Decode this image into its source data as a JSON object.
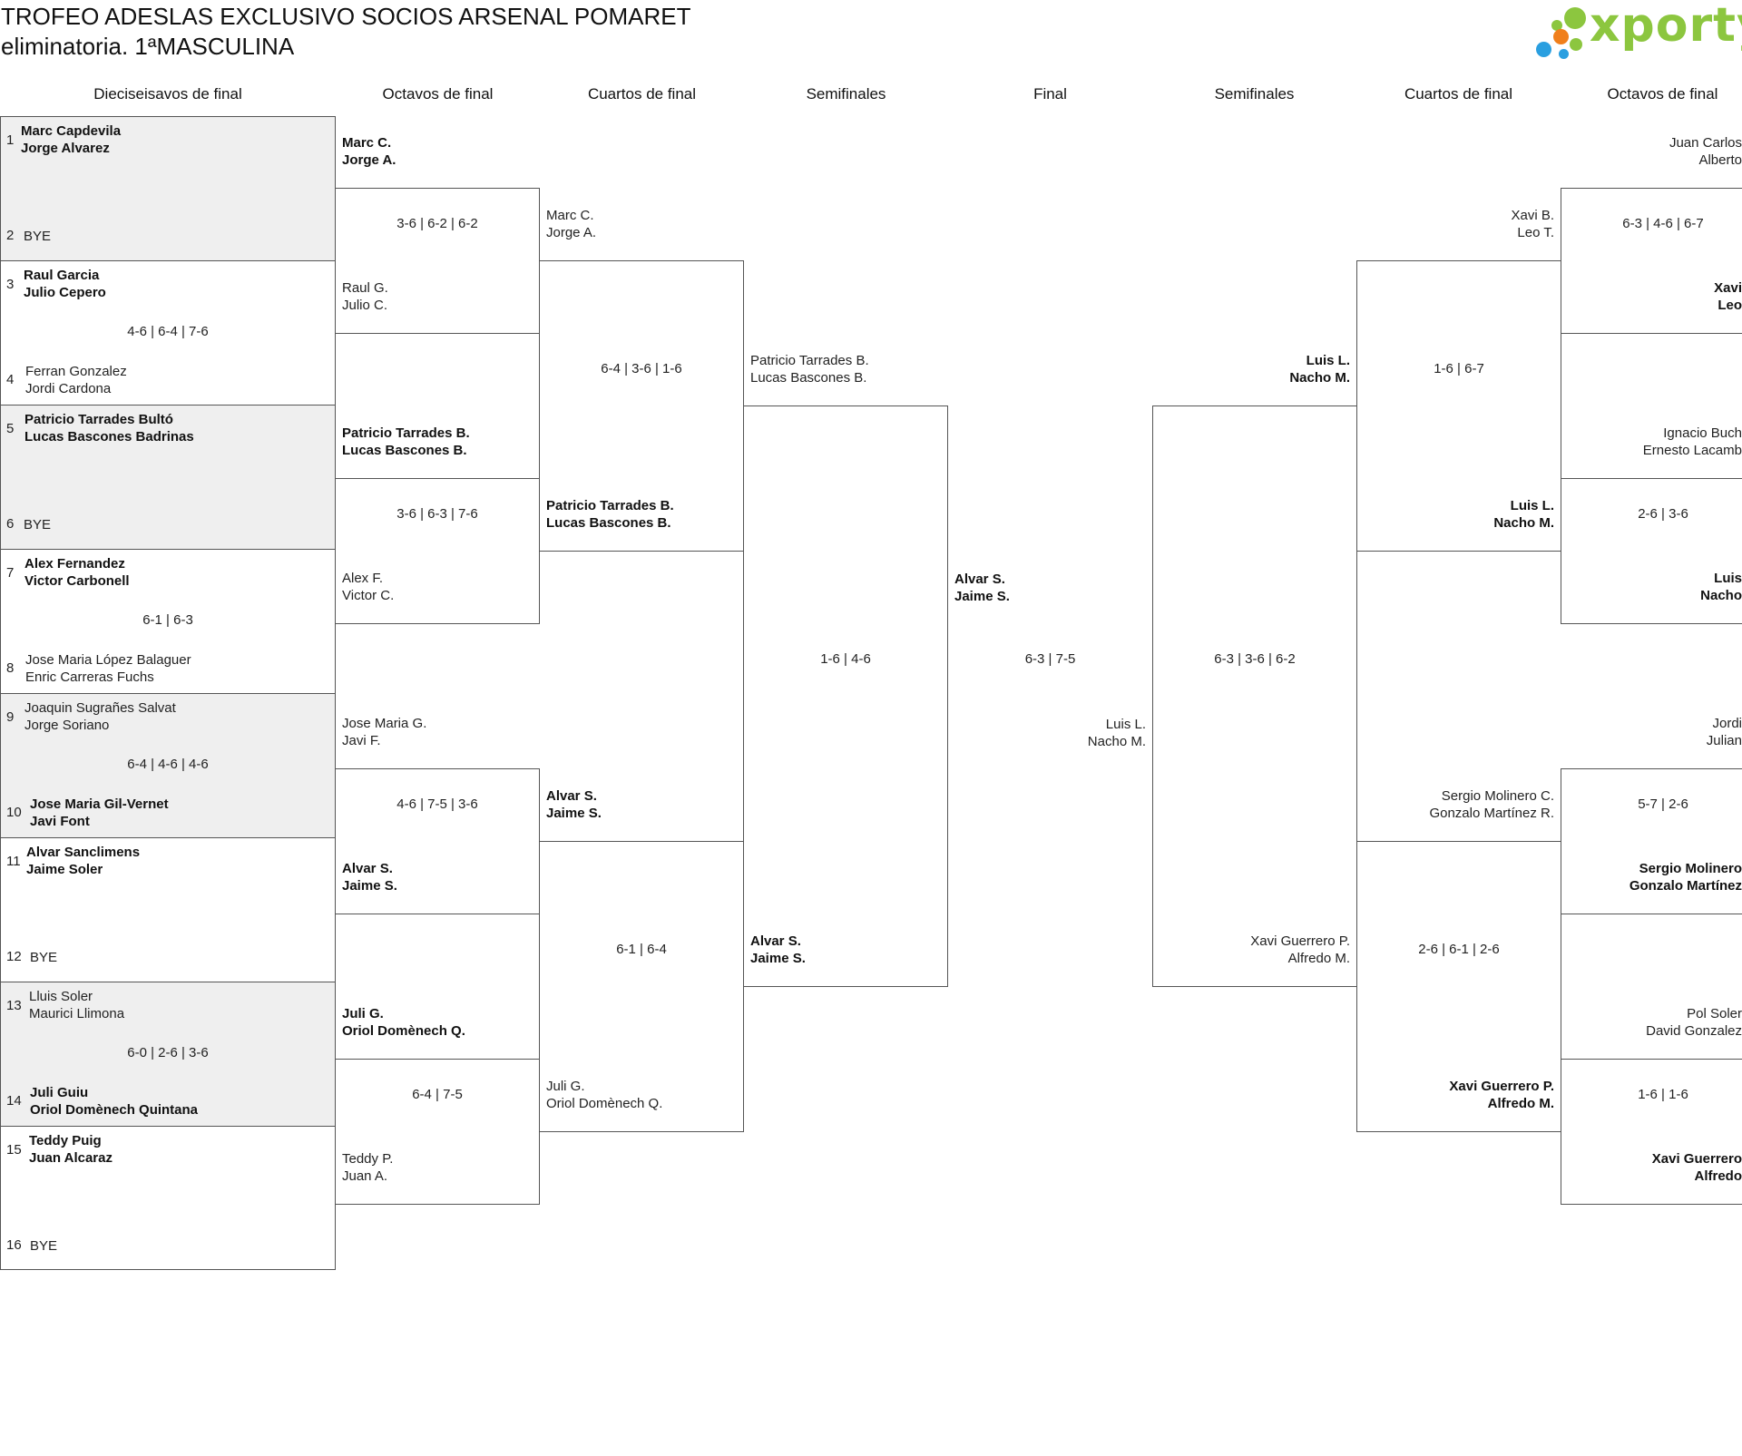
{
  "header": {
    "title_line1": "TROFEO ADESLAS EXCLUSIVO SOCIOS ARSENAL POMARET",
    "title_line2": "eliminatoria. 1ªMASCULINA",
    "logo_text": "xporty",
    "logo_colors": [
      "#8cc63f",
      "#f07f1b",
      "#2a9fe0"
    ]
  },
  "columns": {
    "c1": "Dieciseisavos de final",
    "c2": "Octavos de final",
    "c3": "Cuartos de final",
    "c4": "Semifinales",
    "c5": "Final",
    "c6": "Semifinales",
    "c7": "Cuartos de final",
    "c8": "Octavos de final"
  },
  "r32": {
    "s1": "1",
    "p1a": "Marc Capdevila",
    "p1b": "Jorge Alvarez",
    "s2": "2",
    "p2": "BYE",
    "s3": "3",
    "p3a": "Raul Garcia",
    "p3b": "Julio Cepero",
    "sc34": "4-6 | 6-4 | 7-6",
    "s4": "4",
    "p4a": "Ferran Gonzalez",
    "p4b": "Jordi Cardona",
    "s5": "5",
    "p5a": "Patricio Tarrades Bultó",
    "p5b": "Lucas Bascones Badrinas",
    "s6": "6",
    "p6": "BYE",
    "s7": "7",
    "p7a": "Alex Fernandez",
    "p7b": "Victor Carbonell",
    "sc78": "6-1 | 6-3",
    "s8": "8",
    "p8a": "Jose Maria López Balaguer",
    "p8b": "Enric Carreras Fuchs",
    "s9": "9",
    "p9a": "Joaquin Sugrañes Salvat",
    "p9b": "Jorge Soriano",
    "sc910": "6-4 | 4-6 | 4-6",
    "s10": "10",
    "p10a": "Jose Maria Gil-Vernet",
    "p10b": "Javi Font",
    "s11": "11",
    "p11a": "Alvar Sanclimens",
    "p11b": "Jaime Soler",
    "s12": "12",
    "p12": "BYE",
    "s13": "13",
    "p13a": "Lluis Soler",
    "p13b": "Maurici Llimona",
    "sc1314": "6-0 | 2-6 | 3-6",
    "s14": "14",
    "p14a": "Juli Guiu",
    "p14b": "Oriol Domènech Quintana",
    "s15": "15",
    "p15a": "Teddy Puig",
    "p15b": "Juan Alcaraz",
    "s16": "16",
    "p16": "BYE"
  },
  "r16": {
    "m1a1": "Marc C.",
    "m1a2": "Jorge A.",
    "m1sc": "3-6 | 6-2 | 6-2",
    "m1b1": "Raul G.",
    "m1b2": "Julio C.",
    "m2a1": "Patricio Tarrades B.",
    "m2a2": "Lucas Bascones B.",
    "m2sc": "3-6 | 6-3 | 7-6",
    "m2b1": "Alex F.",
    "m2b2": "Victor C.",
    "m3a1": "Jose Maria G.",
    "m3a2": "Javi F.",
    "m3sc": "4-6 | 7-5 | 3-6",
    "m3b1": "Alvar S.",
    "m3b2": "Jaime S.",
    "m4a1": "Juli G.",
    "m4a2": "Oriol Domènech Q.",
    "m4sc": "6-4 | 7-5",
    "m4b1": "Teddy P.",
    "m4b2": "Juan A."
  },
  "qf": {
    "m1a1": "Marc C.",
    "m1a2": "Jorge A.",
    "m1sc": "6-4 | 3-6 | 1-6",
    "m1b1": "Patricio Tarrades B.",
    "m1b2": "Lucas Bascones B.",
    "m2a1": "Alvar S.",
    "m2a2": "Jaime S.",
    "m2sc": "6-1 | 6-4",
    "m2b1": "Juli G.",
    "m2b2": "Oriol Domènech Q."
  },
  "sf": {
    "a1": "Patricio Tarrades B.",
    "a2": "Lucas Bascones B.",
    "sc": "1-6 | 4-6",
    "b1": "Alvar S.",
    "b2": "Jaime S."
  },
  "final": {
    "a1": "Alvar S.",
    "a2": "Jaime S.",
    "sc": "6-3 | 7-5",
    "b1": "Luis L.",
    "b2": "Nacho M."
  },
  "right_sf": {
    "a1": "Luis L.",
    "a2": "Nacho M.",
    "sc": "6-3 | 3-6 | 6-2",
    "b1": "Xavi Guerrero P.",
    "b2": "Alfredo M."
  },
  "right_qf": {
    "m1a1": "Xavi B.",
    "m1a2": "Leo T.",
    "m1sc": "1-6 | 6-7",
    "m1b1": "Luis L.",
    "m1b2": "Nacho M.",
    "m2a1": "Sergio Molinero C.",
    "m2a2": "Gonzalo Martínez R.",
    "m2sc": "2-6 | 6-1 | 2-6",
    "m2b1": "Xavi Guerrero P.",
    "m2b2": "Alfredo M."
  },
  "right_r16": {
    "m1a1": "Juan Carlos",
    "m1a2": "Alberto",
    "m1sc": "6-3 | 4-6 | 6-7",
    "m1b1": "Xavi",
    "m1b2": "Leo",
    "m2a1": "Ignacio Buch",
    "m2a2": "Ernesto Lacamb",
    "m2sc": "2-6 | 3-6",
    "m2b1": "Luis",
    "m2b2": "Nacho",
    "m3a1": "Jordi",
    "m3a2": "Julian",
    "m3sc": "5-7 | 2-6",
    "m3b1": "Sergio Molinero",
    "m3b2": "Gonzalo Martínez",
    "m4a1": "Pol Soler",
    "m4a2": "David Gonzalez",
    "m4sc": "1-6 | 1-6",
    "m4b1": "Xavi Guerrero",
    "m4b2": "Alfredo"
  }
}
